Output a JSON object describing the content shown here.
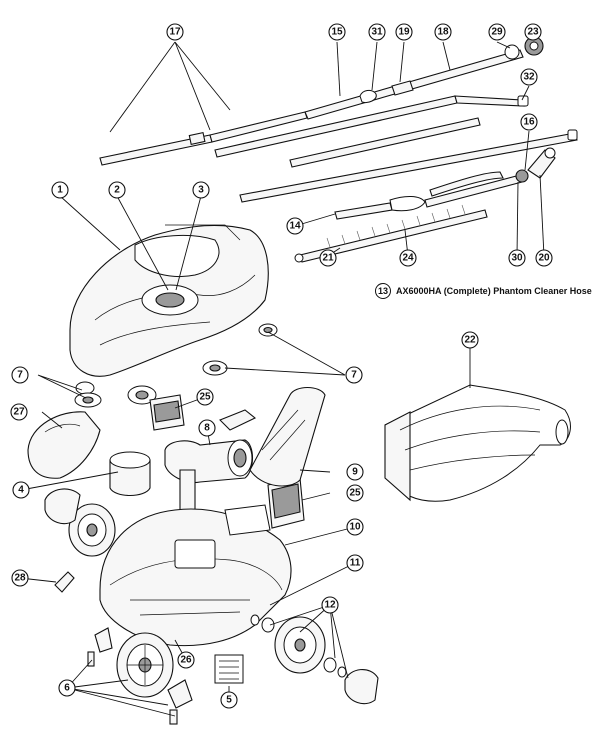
{
  "caption": {
    "number": "13",
    "text": "AX6000HA (Complete) Phantom Cleaner Hose"
  },
  "callouts": {
    "c1": "1",
    "c2": "2",
    "c3": "3",
    "c4": "4",
    "c5": "5",
    "c6": "6",
    "c7a": "7",
    "c7b": "7",
    "c8": "8",
    "c9": "9",
    "c10": "10",
    "c11": "11",
    "c12": "12",
    "c14": "14",
    "c15": "15",
    "c16": "16",
    "c17": "17",
    "c18": "18",
    "c19": "19",
    "c20": "20",
    "c21": "21",
    "c22": "22",
    "c23": "23",
    "c24": "24",
    "c25a": "25",
    "c25b": "25",
    "c26": "26",
    "c27": "27",
    "c28": "28",
    "c29": "29",
    "c30": "30",
    "c31": "31",
    "c32": "32"
  }
}
